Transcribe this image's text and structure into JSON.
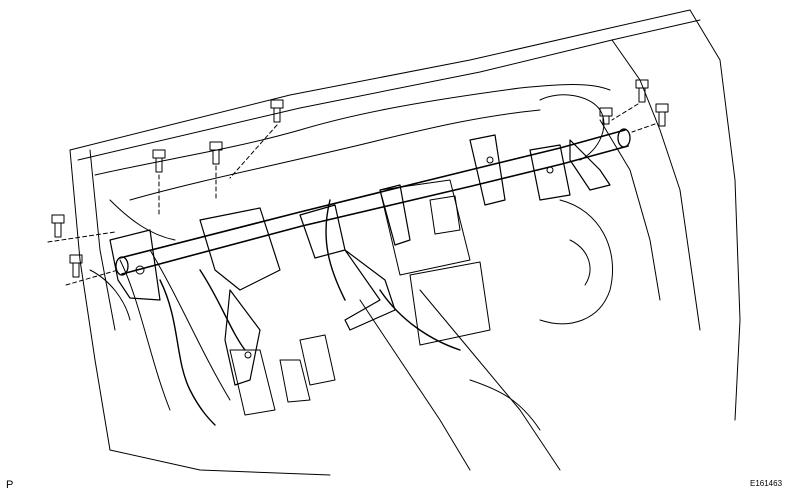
{
  "figure": {
    "corner_left_label": "P",
    "corner_right_label": "E161463",
    "stroke_color": "#000000",
    "background_color": "#ffffff"
  },
  "parts": {
    "bolts": [
      "bolt-icon",
      "bolt-icon",
      "bolt-icon",
      "bolt-icon",
      "bolt-icon",
      "bolt-icon",
      "bolt-icon",
      "bolt-icon"
    ],
    "main_part": "instrument-panel-reinforcement",
    "context": "vehicle-dashboard-frame"
  }
}
